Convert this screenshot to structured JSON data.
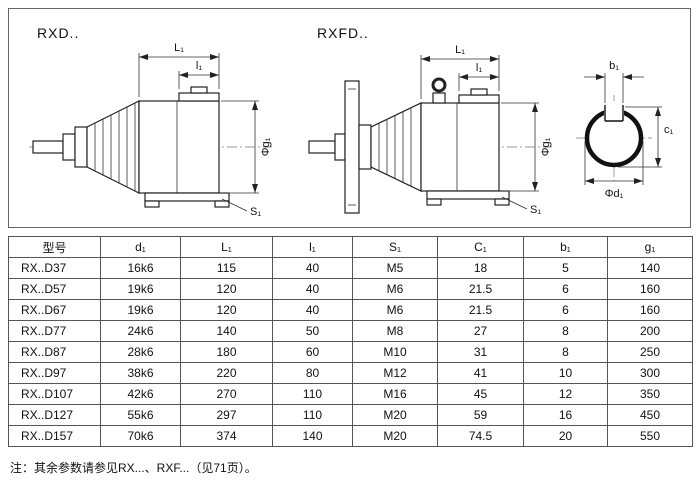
{
  "drawings": {
    "rxd_label": "RXD..",
    "rxfd_label": "RXFD..",
    "dims": {
      "L1": "L₁",
      "l1": "l₁",
      "phi_g1": "Φg₁",
      "S1": "S₁",
      "b1": "b₁",
      "c1": "c₁",
      "phi_d1": "Φd₁"
    }
  },
  "table": {
    "headers": [
      "型号",
      "d₁",
      "L₁",
      "l₁",
      "S₁",
      "C₁",
      "b₁",
      "g₁"
    ],
    "rows": [
      [
        "RX..D37",
        "16k6",
        "115",
        "40",
        "M5",
        "18",
        "5",
        "140"
      ],
      [
        "RX..D57",
        "19k6",
        "120",
        "40",
        "M6",
        "21.5",
        "6",
        "160"
      ],
      [
        "RX..D67",
        "19k6",
        "120",
        "40",
        "M6",
        "21.5",
        "6",
        "160"
      ],
      [
        "RX..D77",
        "24k6",
        "140",
        "50",
        "M8",
        "27",
        "8",
        "200"
      ],
      [
        "RX..D87",
        "28k6",
        "180",
        "60",
        "M10",
        "31",
        "8",
        "250"
      ],
      [
        "RX..D97",
        "38k6",
        "220",
        "80",
        "M12",
        "41",
        "10",
        "300"
      ],
      [
        "RX..D107",
        "42k6",
        "270",
        "110",
        "M16",
        "45",
        "12",
        "350"
      ],
      [
        "RX..D127",
        "55k6",
        "297",
        "110",
        "M20",
        "59",
        "16",
        "450"
      ],
      [
        "RX..D157",
        "70k6",
        "374",
        "140",
        "M20",
        "74.5",
        "20",
        "550"
      ]
    ]
  },
  "note": "注：其余参数请参见RX...、RXF...（见71页）。"
}
